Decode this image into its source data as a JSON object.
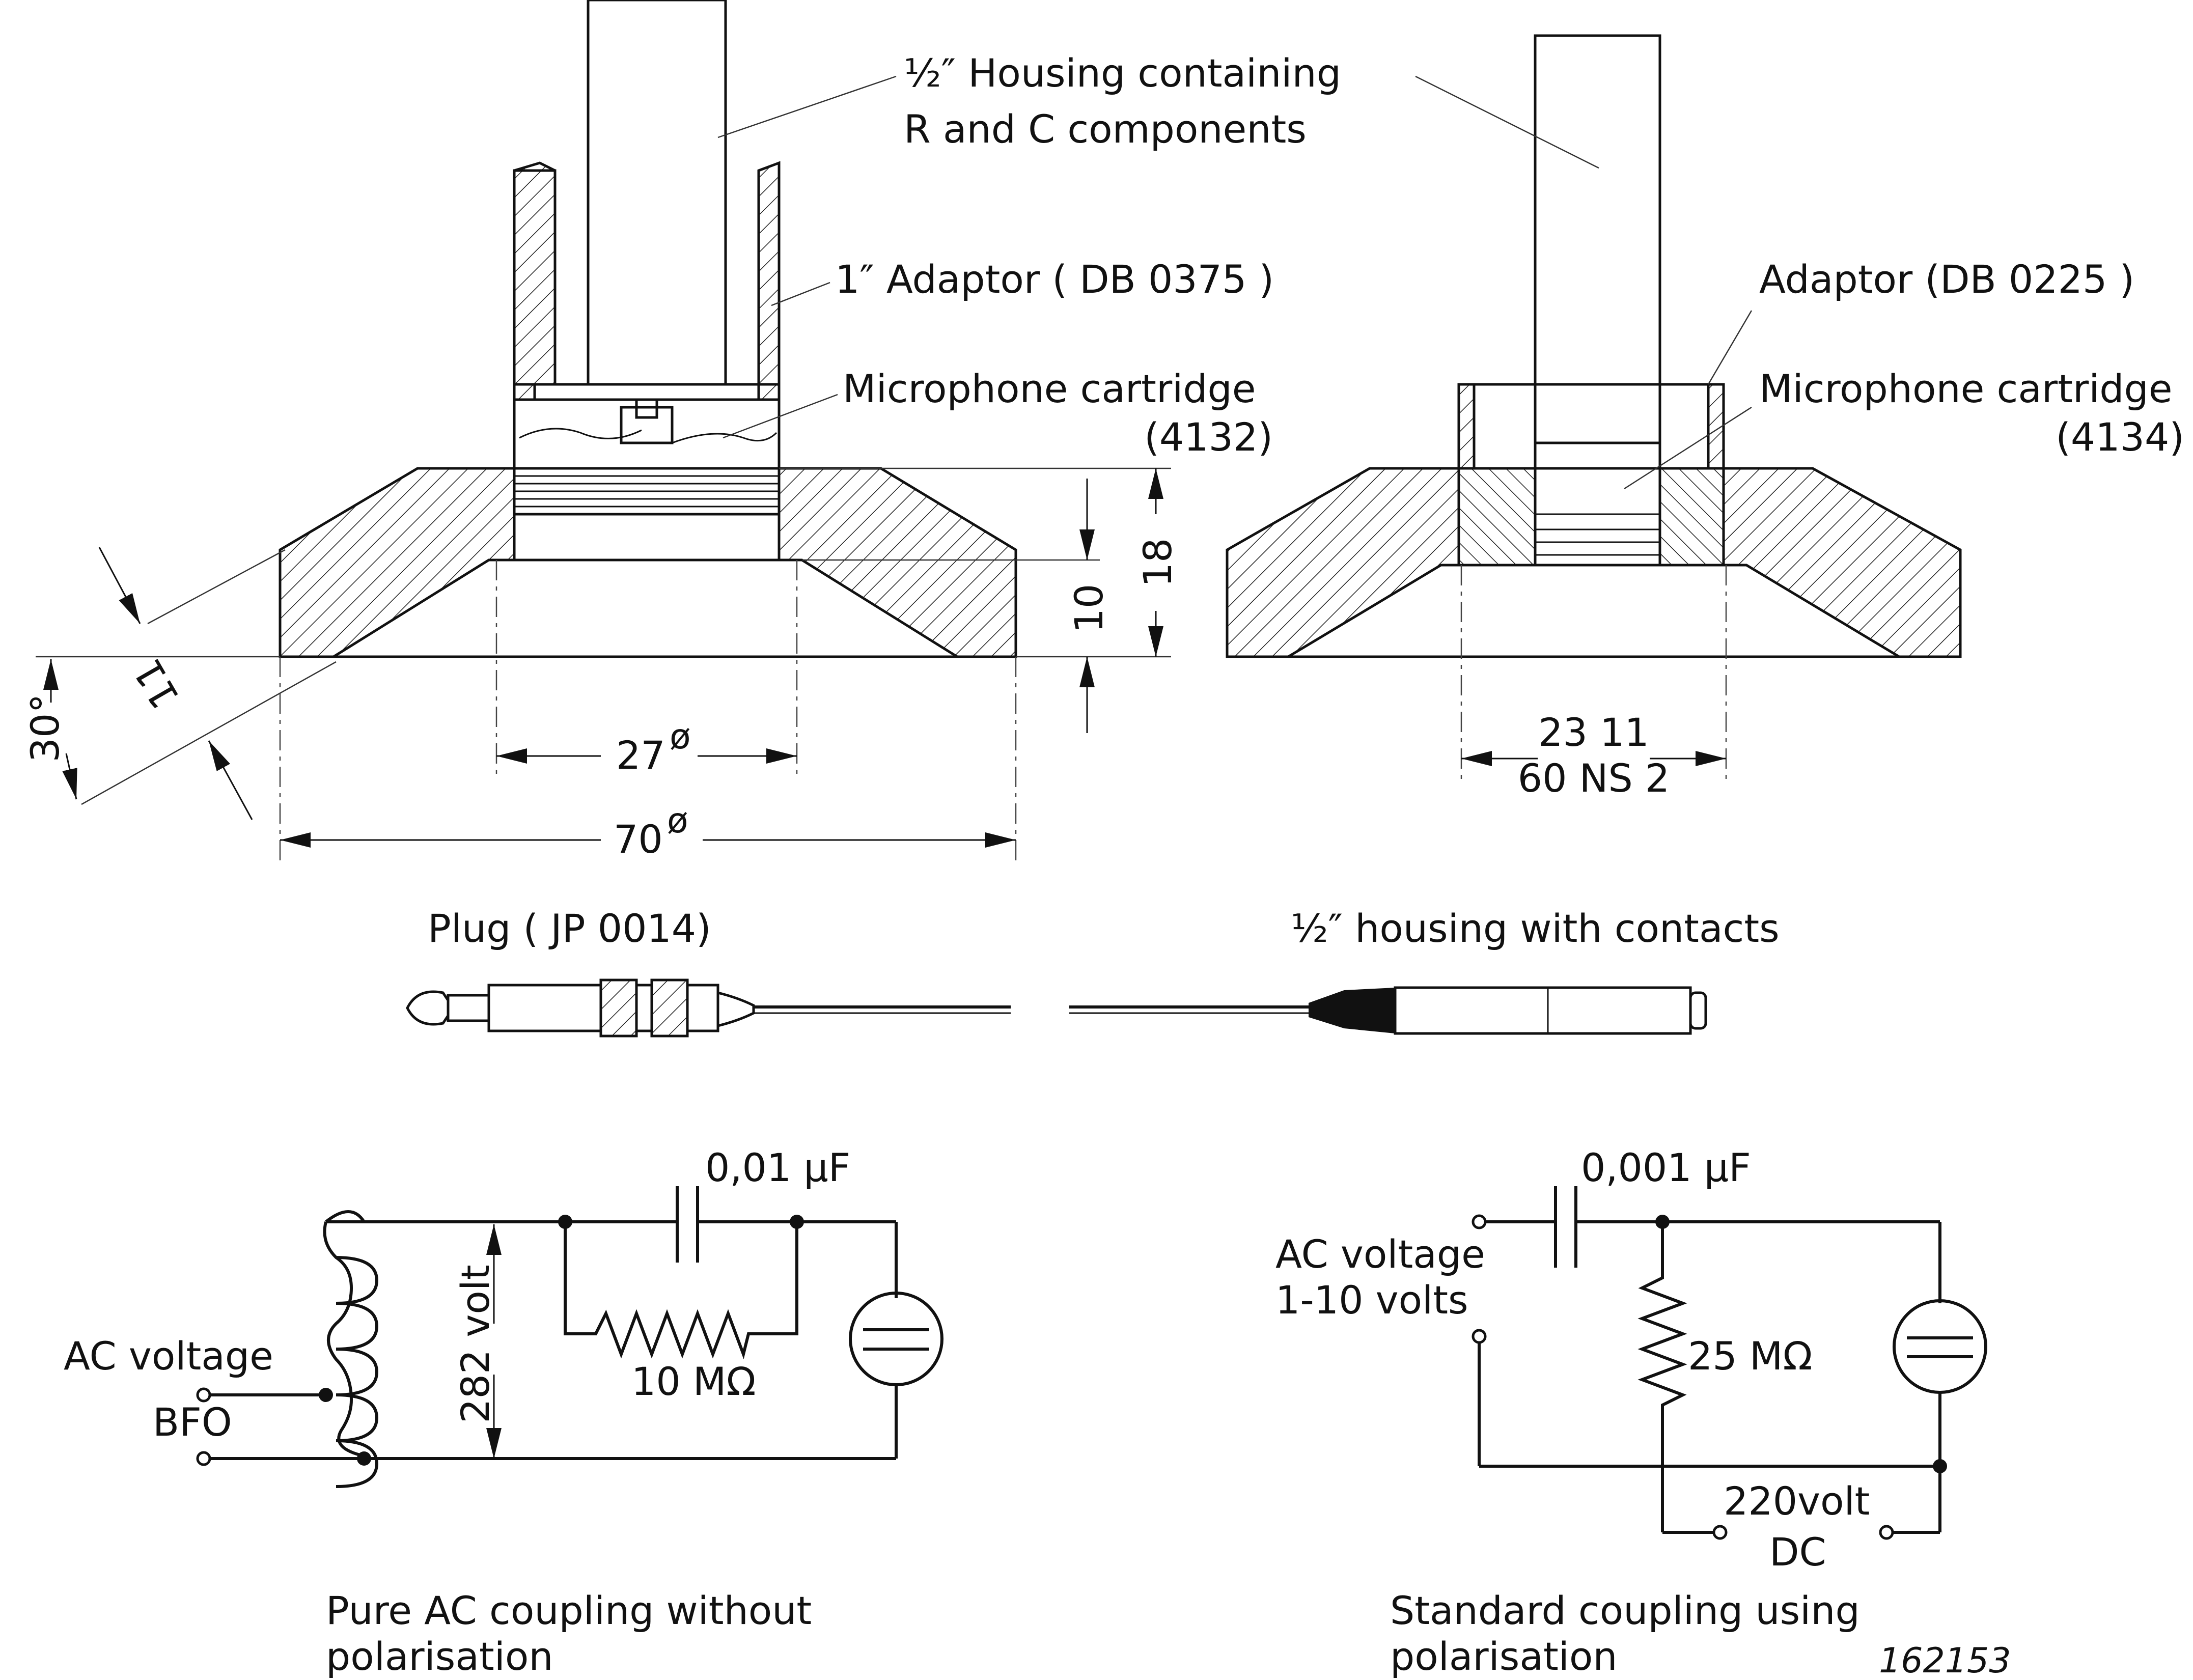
{
  "labels": {
    "housing_half": "½″ Housing containing",
    "housing_half_2": "R and C components",
    "adaptor_1in": "1″ Adaptor ( DB 0375 )",
    "cartridge_left": "Microphone cartridge",
    "cartridge_left_num": "(4132)",
    "adaptor_right": "Adaptor (DB 0225 )",
    "cartridge_right": "Microphone cartridge",
    "cartridge_right_num": "(4134)",
    "dim_18": "18",
    "dim_10": "10",
    "dim_11": "11",
    "dim_30": "30°",
    "dim_27": "27",
    "dim_70": "70",
    "diam_symbol": "ø",
    "dim_thread_1": "23 11",
    "dim_thread_2": "60 NS 2",
    "plug": "Plug ( JP 0014)",
    "housing_contacts": "½″ housing with contacts",
    "cap_left": "0,01 µF",
    "volt_282": "282 volt",
    "res_left": "10 MΩ",
    "ac_voltage_left": "AC voltage",
    "bfo": "BFO",
    "caption_left_1": "Pure AC coupling without",
    "caption_left_2": "polarisation",
    "cap_right": "0,001 µF",
    "ac_voltage_right_1": "AC voltage",
    "ac_voltage_right_2": "1-10 volts",
    "res_right": "25 MΩ",
    "volt_220": "220volt",
    "dc": "DC",
    "caption_right_1": "Standard coupling using",
    "caption_right_2": "polarisation",
    "ref_number": "162153"
  }
}
